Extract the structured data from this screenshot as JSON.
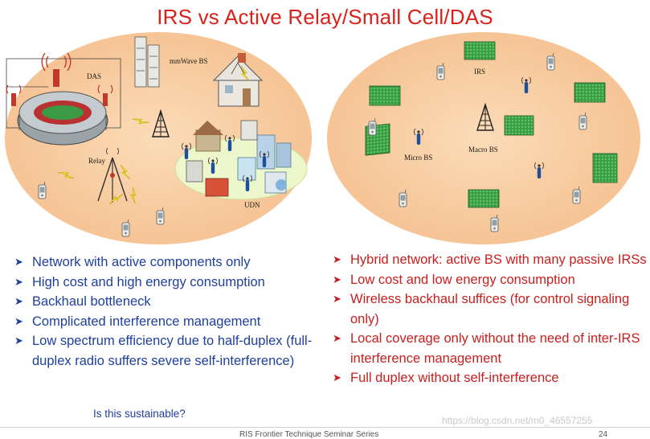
{
  "slide": {
    "title": "IRS vs Active Relay/Small Cell/DAS",
    "footer": "RIS Frontier Technique Seminar Series",
    "page_number": "24",
    "watermark": "https://blog.csdn.net/m0_46557255"
  },
  "left_diagram": {
    "labels": {
      "das": "DAS",
      "mmwave": "mmWave BS",
      "relay": "Relay",
      "udn": "UDN"
    }
  },
  "right_diagram": {
    "labels": {
      "irs": "IRS",
      "micro_bs": "Micro BS",
      "macro_bs": "Macro BS"
    }
  },
  "left_points": [
    "Network with active components only",
    "High cost and high energy consumption",
    "Backhaul bottleneck",
    "Complicated interference management",
    "Low spectrum efficiency due to half-duplex (full-duplex radio suffers severe self-interference)"
  ],
  "left_note": "Is this sustainable?",
  "right_points": [
    "Hybrid network: active BS with many passive IRSs",
    "Low cost and low energy consumption",
    "Wireless backhaul suffices (for control signaling only)",
    "Local coverage only without the need of inter-IRS interference management",
    "Full duplex without self-interference"
  ],
  "colors": {
    "title": "#d9221c",
    "left_text": "#1f3f9f",
    "right_text": "#c81e1e",
    "ellipse_fill": "#f7cba0",
    "irs_panel": "#3aa34a"
  }
}
